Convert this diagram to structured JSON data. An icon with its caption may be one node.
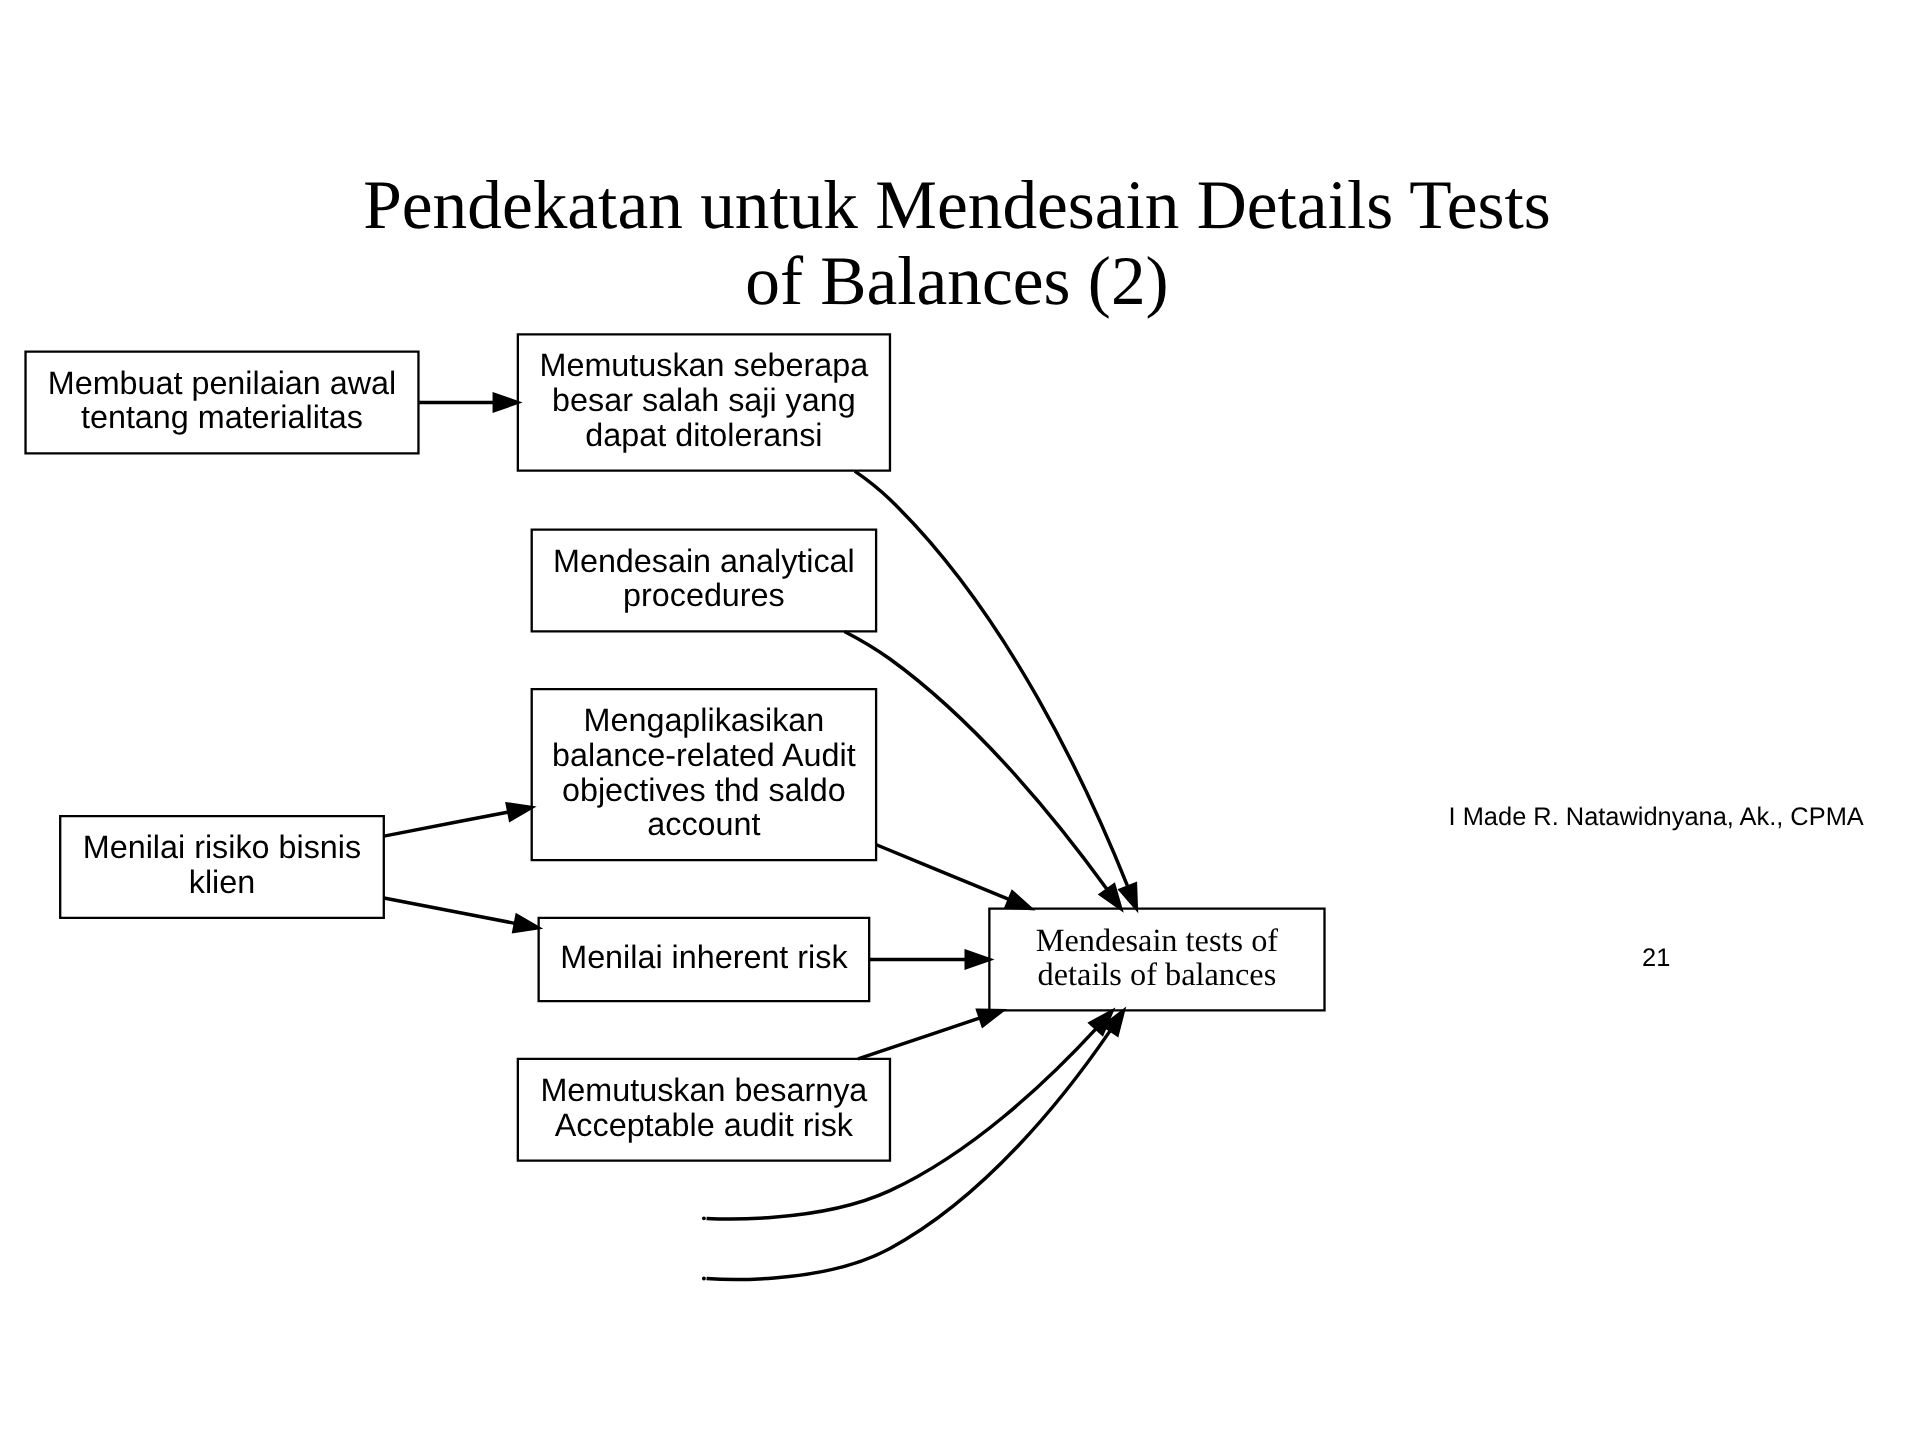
{
  "diagram": {
    "title": "Pendekatan untuk Mendesain Details Tests of Balances (2)",
    "nodes": [
      {
        "text": [
          "Mengaplikasikan balance-related Audit objectives thd saldo account"
        ]
      },
      {
        "text": [
          "Memutuskan seberapa besar salah saji yang dapat ditoleransi"
        ]
      },
      {
        "text": [
          "Membuat penilaian awal tentang materialitas"
        ]
      },
      {
        "text": [
          "Mendesain analytical procedures"
        ]
      },
      {
        "text": [
          "Menilai inherent risk"
        ]
      },
      {
        "text": [
          "Memutuskan besarnya Acceptable audit risk"
        ]
      },
      {
        "text": [
          "Mendesain tests of details of balances"
        ]
      },
      {
        "text": [
          "Menilai risiko bisnis klien"
        ]
      }
    ],
    "edges": [
      {
        "from": 7,
        "to": 0,
        "arrow": "to"
      },
      {
        "from": 2,
        "to": 1,
        "arrow": "to"
      },
      {
        "from": 0,
        "to": 6,
        "arrow": "to"
      },
      {
        "from": 1,
        "to": 6,
        "arrow": "to"
      },
      {
        "from": null,
        "to": 6,
        "arrow": "to"
      },
      {
        "from": null,
        "to": 6,
        "arrow": "to"
      },
      {
        "from": 3,
        "to": 6,
        "arrow": "to"
      },
      {
        "from": 5,
        "to": 6,
        "arrow": "to"
      },
      {
        "from": 4,
        "to": 6,
        "arrow": "to"
      },
      {
        "from": 7,
        "to": 4,
        "arrow": "to"
      }
    ],
    "labels": [
      "21",
      "I Made R. Natawidnyana, Ak., CPMA"
    ]
  }
}
